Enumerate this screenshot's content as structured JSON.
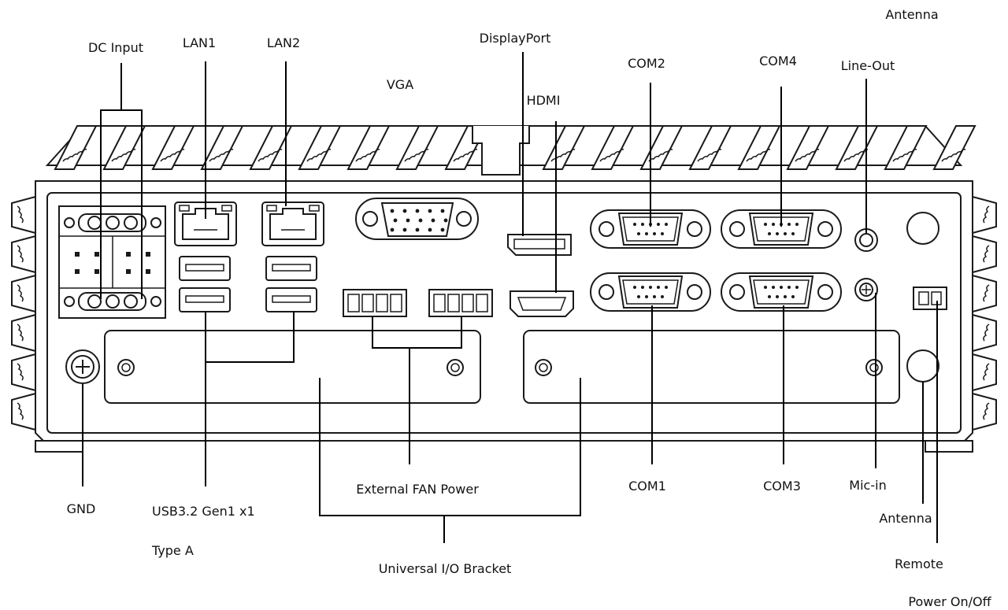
{
  "labels": {
    "dc_input": "DC Input",
    "lan1": "LAN1",
    "lan2": "LAN2",
    "vga": "VGA",
    "displayport": "DisplayPort",
    "hdmi": "HDMI",
    "com2": "COM2",
    "com4": "COM4",
    "line_out": "Line-Out",
    "antenna_top": "Antenna",
    "gnd": "GND",
    "usb_line1": "USB3.2 Gen1 x1",
    "usb_line2": "Type A",
    "ext_fan": "External FAN Power",
    "uio_bracket": "Universal I/O Bracket",
    "com1": "COM1",
    "com3": "COM3",
    "mic_in": "Mic-in",
    "antenna_bottom": "Antenna",
    "remote_line1": "Remote",
    "remote_line2": "Power On/Off"
  }
}
